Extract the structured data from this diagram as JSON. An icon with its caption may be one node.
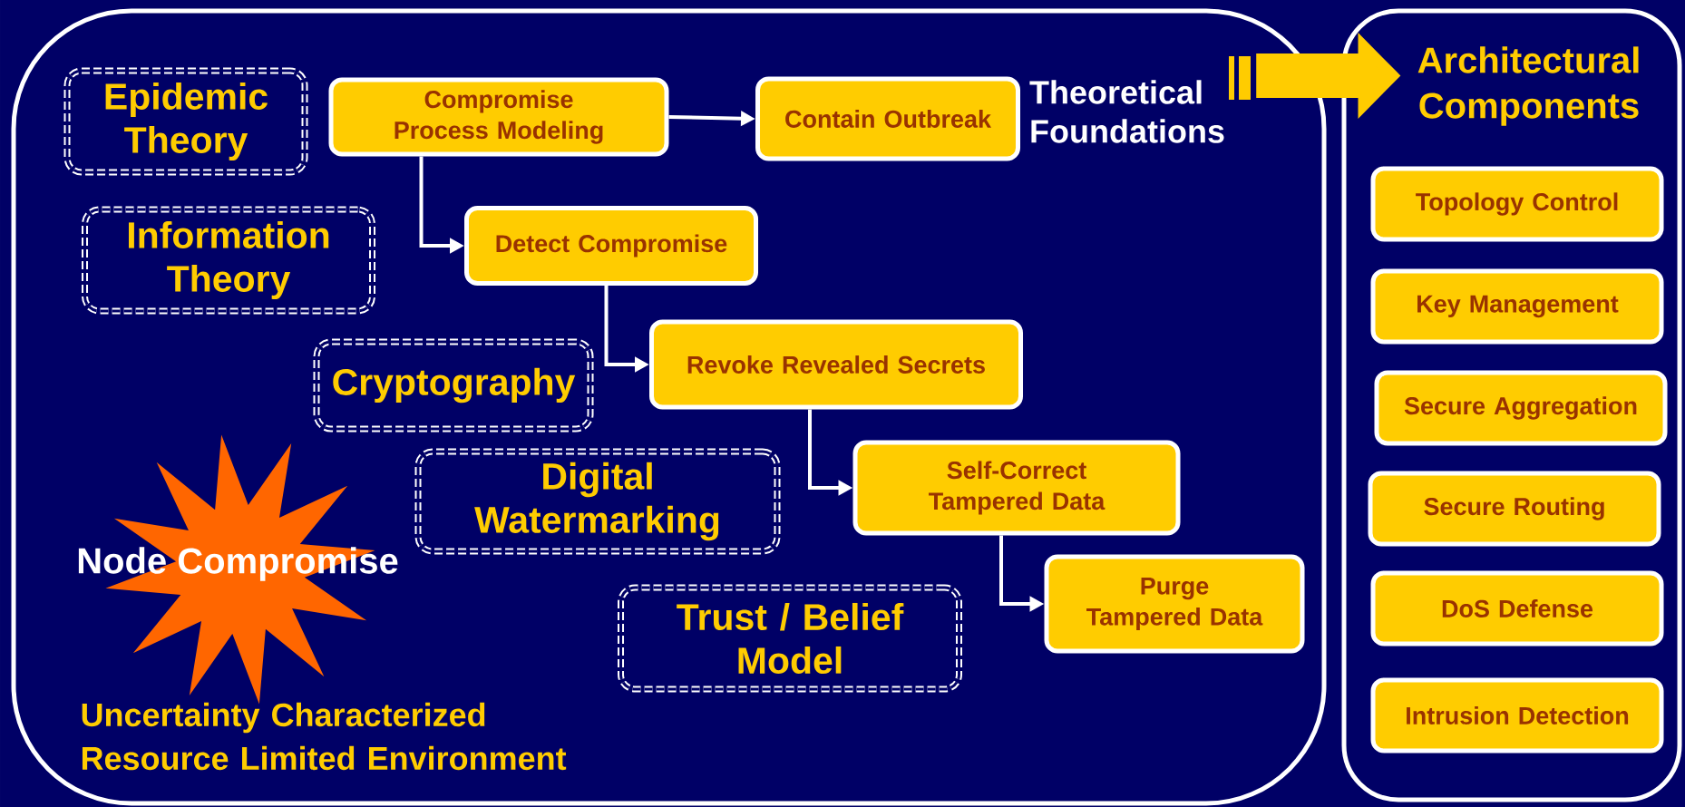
{
  "diagram": {
    "nodes": [
      {
        "text": [
          "Uncertainty Characterized Resource Limited Environment"
        ]
      },
      {
        "text": [
          "Epidemic Theory"
        ],
        "in": 0
      },
      {
        "text": [
          "Compromise Process Modeling"
        ],
        "in": 0
      },
      {
        "text": [
          "Contain Outbreak"
        ],
        "in": 0
      },
      {
        "text": [
          "Theoretical Foundations"
        ],
        "in": 0
      },
      {
        "text": [
          "Information Theory"
        ],
        "in": 0
      },
      {
        "text": [
          "Detect Compromise"
        ],
        "in": 0
      },
      {
        "text": [
          "Cryptography"
        ],
        "in": 0
      },
      {
        "text": [
          "Revoke Revealed Secrets"
        ],
        "in": 0
      },
      {
        "text": [
          "Digital Watermarking"
        ],
        "in": 0
      },
      {
        "text": [
          "Self-Correct Tampered Data"
        ],
        "in": 0
      },
      {
        "text": [
          "Node Compromise"
        ],
        "in": 0
      },
      {
        "text": [
          "Trust / Belief Model"
        ],
        "in": 0
      },
      {
        "text": [
          "Purge Tampered Data"
        ],
        "in": 0
      },
      {
        "text": [
          "Architectural Components"
        ]
      },
      {
        "text": [
          "Topology Control"
        ],
        "in": 14
      },
      {
        "text": [
          "Key Management"
        ],
        "in": 14
      },
      {
        "text": [
          "Secure Aggregation"
        ],
        "in": 14
      },
      {
        "text": [
          "Secure Routing"
        ],
        "in": 14
      },
      {
        "text": [
          "DoS Defense"
        ],
        "in": 14
      },
      {
        "text": [
          "Intrusion Detection"
        ],
        "in": 14
      }
    ],
    "edges": [
      {
        "from": 2,
        "to": 3,
        "arrow": "to"
      },
      {
        "from": 2,
        "to": 6,
        "arrow": "to"
      },
      {
        "from": 6,
        "to": 8,
        "arrow": "to"
      },
      {
        "from": 8,
        "to": 10,
        "arrow": "to"
      },
      {
        "from": 10,
        "to": 13,
        "arrow": "to"
      },
      {
        "from": 4,
        "to": 14,
        "arrow": "to",
        "style": "thick",
        "color": "#ffcc00"
      }
    ]
  }
}
